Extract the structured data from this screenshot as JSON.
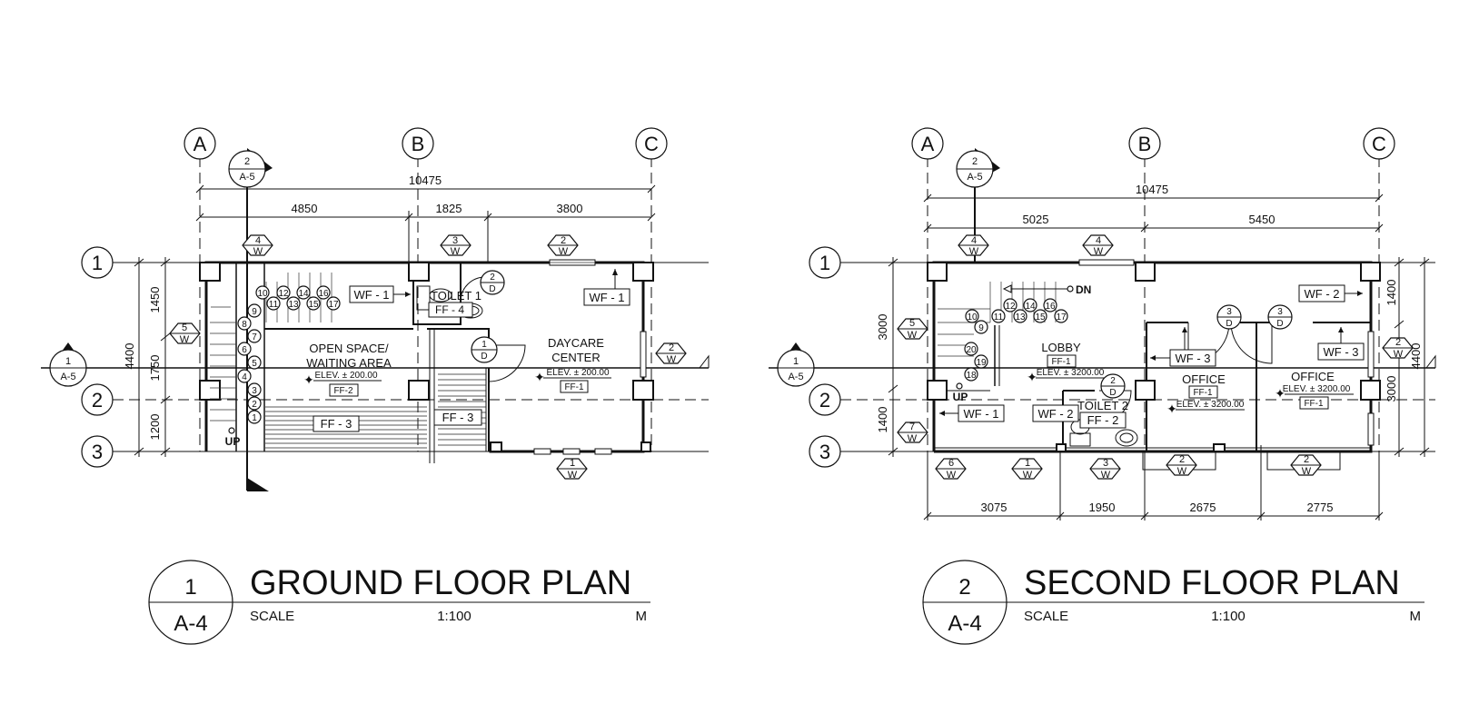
{
  "plans": [
    {
      "id": "ground",
      "title_number": "1",
      "title_sheet": "A-4",
      "title": "GROUND FLOOR PLAN",
      "scale_label": "SCALE",
      "scale_value": "1:100",
      "scale_unit": "M",
      "grid_letters": [
        "A",
        "B",
        "C"
      ],
      "grid_numbers": [
        "1",
        "2",
        "3"
      ],
      "dims_top_total": "10475",
      "dims_top": [
        "4850",
        "1825",
        "3800"
      ],
      "dims_left": [
        "1450",
        "1750",
        "1200"
      ],
      "dim_left_total": "4400",
      "section_marker_top": {
        "num": "2",
        "sheet": "A-5"
      },
      "section_marker_left": {
        "num": "1",
        "sheet": "A-5"
      },
      "rooms": {
        "open_space_1": "OPEN SPACE/",
        "open_space_2": "WAITING AREA",
        "open_space_elev": "ELEV. ± 200.00",
        "open_space_ff": "FF-2",
        "daycare_1": "DAYCARE",
        "daycare_2": "CENTER",
        "daycare_elev": "ELEV. ± 200.00",
        "daycare_ff": "FF-1",
        "toilet": "TOILET 1",
        "toilet_ff": "FF - 4",
        "ff3_a": "FF - 3",
        "ff3_b": "FF - 3",
        "up": "UP"
      },
      "wall_finishes": [
        "WF - 1",
        "WF - 1"
      ],
      "windows": [
        {
          "num": "4",
          "type": "W"
        },
        {
          "num": "3",
          "type": "W"
        },
        {
          "num": "2",
          "type": "W"
        },
        {
          "num": "5",
          "type": "W"
        },
        {
          "num": "2",
          "type": "W"
        },
        {
          "num": "1",
          "type": "W"
        }
      ],
      "doors": [
        {
          "num": "2",
          "type": "D"
        },
        {
          "num": "1",
          "type": "D"
        }
      ],
      "stair_numbers": [
        "1",
        "2",
        "3",
        "4",
        "5",
        "6",
        "7",
        "8",
        "9",
        "10",
        "11",
        "12",
        "13",
        "14",
        "15",
        "16",
        "17"
      ]
    },
    {
      "id": "second",
      "title_number": "2",
      "title_sheet": "A-4",
      "title": "SECOND FLOOR PLAN",
      "scale_label": "SCALE",
      "scale_value": "1:100",
      "scale_unit": "M",
      "grid_letters": [
        "A",
        "B",
        "C"
      ],
      "grid_numbers": [
        "1",
        "2",
        "3"
      ],
      "dims_top_total": "10475",
      "dims_top": [
        "5025",
        "5450"
      ],
      "dims_left": [
        "3000",
        "1400"
      ],
      "dims_right": [
        "1400",
        "3000"
      ],
      "dim_right_total": "4400",
      "dims_bottom": [
        "3075",
        "1950",
        "2675",
        "2775"
      ],
      "section_marker_top": {
        "num": "2",
        "sheet": "A-5"
      },
      "section_marker_left": {
        "num": "1",
        "sheet": "A-5"
      },
      "rooms": {
        "lobby": "LOBBY",
        "lobby_ff": "FF-1",
        "lobby_elev": "ELEV. ± 3200.00",
        "office_a": "OFFICE",
        "office_a_ff": "FF-1",
        "office_a_elev": "ELEV. ± 3200.00",
        "office_b": "OFFICE",
        "office_b_elev": "ELEV. ± 3200.00",
        "office_b_ff": "FF-1",
        "toilet": "TOILET 2",
        "toilet_ff": "FF - 2",
        "dn": "DN",
        "up": "UP"
      },
      "wall_finishes": [
        "WF - 2",
        "WF - 3",
        "WF - 3",
        "WF - 1",
        "WF - 2"
      ],
      "windows": [
        {
          "num": "4",
          "type": "W"
        },
        {
          "num": "4",
          "type": "W"
        },
        {
          "num": "5",
          "type": "W"
        },
        {
          "num": "7",
          "type": "W"
        },
        {
          "num": "2",
          "type": "W"
        },
        {
          "num": "6",
          "type": "W"
        },
        {
          "num": "1",
          "type": "W"
        },
        {
          "num": "3",
          "type": "W"
        },
        {
          "num": "2",
          "type": "W"
        },
        {
          "num": "2",
          "type": "W"
        }
      ],
      "doors": [
        {
          "num": "3",
          "type": "D"
        },
        {
          "num": "3",
          "type": "D"
        },
        {
          "num": "2",
          "type": "D"
        }
      ],
      "stair_numbers": [
        "9",
        "10",
        "11",
        "12",
        "13",
        "14",
        "15",
        "16",
        "17",
        "18",
        "19",
        "20"
      ]
    }
  ]
}
